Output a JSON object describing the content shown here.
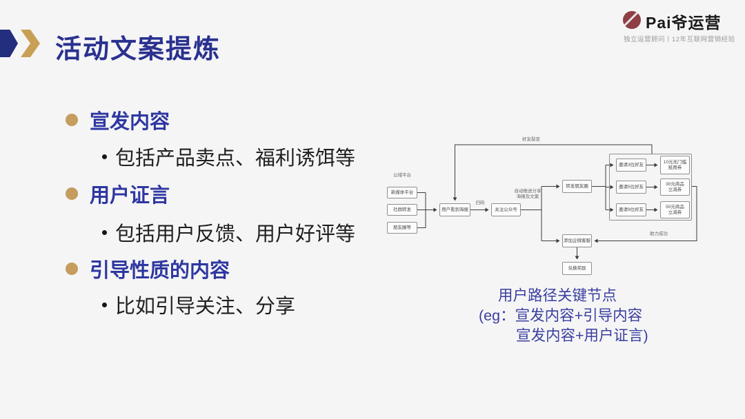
{
  "header": {
    "title": "活动文案提炼",
    "brand": "Pai爷运营",
    "tagline": "独立运营顾问丨12年互联网营销经验"
  },
  "colors": {
    "accent_blue": "#2a318f",
    "heading_blue": "#2e37a0",
    "accent_gold": "#c49d5f",
    "annotation_blue": "#3a3f9e",
    "logo_red": "#8d3f44",
    "background": "#f5f5f6"
  },
  "bullets": {
    "item1": {
      "heading": "宣发内容",
      "detail": "包括产品卖点、福利诱饵等"
    },
    "item2": {
      "heading": "用户证言",
      "detail": "包括用户反馈、用户好评等"
    },
    "item3": {
      "heading": "引导性质的内容",
      "detail": "比如引导关注、分享"
    }
  },
  "flowchart": {
    "source_group_label": "公域平台",
    "source1": "新媒体平台",
    "source2": "社群转发",
    "source3": "朋友圈等",
    "poster": "用户看到海报",
    "follow": "关注公众号",
    "share": "转发朋友圈",
    "invite3": "邀请3位好友",
    "invite5": "邀请5位好友",
    "invite9": "邀请9位好友",
    "reward10": "10元无门槛\n抵用券",
    "reward30": "30元商品\n立减券",
    "reward50": "50元商品\n立减券",
    "wecom": "添加企微客服",
    "redeem": "兑换奖励",
    "label_scan": "扫码",
    "label_fission": "好友裂变",
    "label_autopush": "自动推送分享\n海报及文案",
    "label_assist": "助力成功"
  },
  "annotation": {
    "line1": "用户路径关键节点",
    "line2": "(eg：宣发内容+引导内容",
    "line3": "宣发内容+用户证言)"
  }
}
